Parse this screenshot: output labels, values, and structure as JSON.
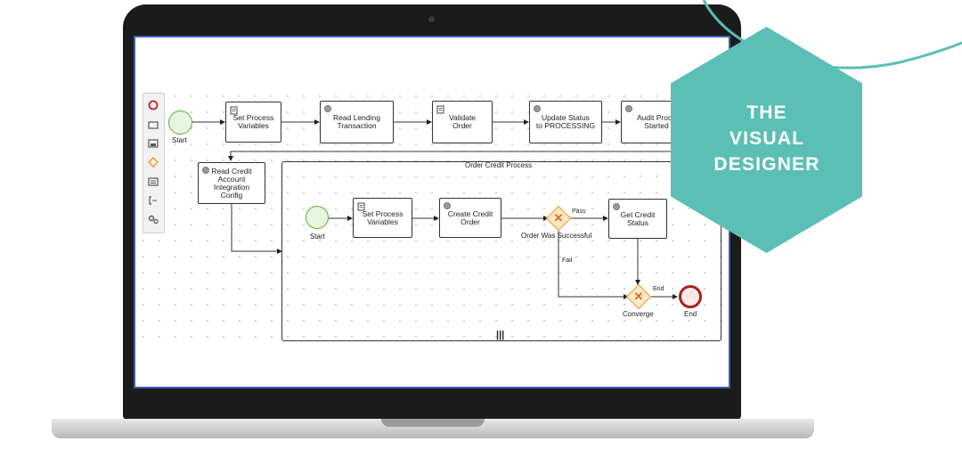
{
  "banner": {
    "line1": "THE",
    "line2": "VISUAL",
    "line3": "DESIGNER",
    "color": "#5bbfb5"
  },
  "palette": {
    "items": [
      "start-event-icon",
      "task-icon",
      "subprocess-icon",
      "gateway-icon",
      "data-object-icon",
      "annotation-icon",
      "settings-icon"
    ]
  },
  "process": {
    "start_label": "Start",
    "tasks": {
      "set_vars": "Set Process\nVariables",
      "read_lending": "Read Lending\nTransaction",
      "validate": "Validate\nOrder",
      "update_status": "Update Status\nto PROCESSING",
      "audit": "Audit Proce\nStarted",
      "read_credit": "Read Credit\nAccount\nIntegration\nConfig"
    },
    "subprocess": {
      "title": "Order Credit Process",
      "start_label": "Start",
      "set_vars": "Set Process\nVariables",
      "create_order": "Create Credit\nOrder",
      "gateway_label": "Order Was Successful",
      "pass_label": "Pass",
      "fail_label": "Fail",
      "get_status": "Get Credit\nStatus",
      "converge_label": "Converge",
      "end_flow_label": "End",
      "end_label": "End",
      "marker": "|||"
    }
  }
}
